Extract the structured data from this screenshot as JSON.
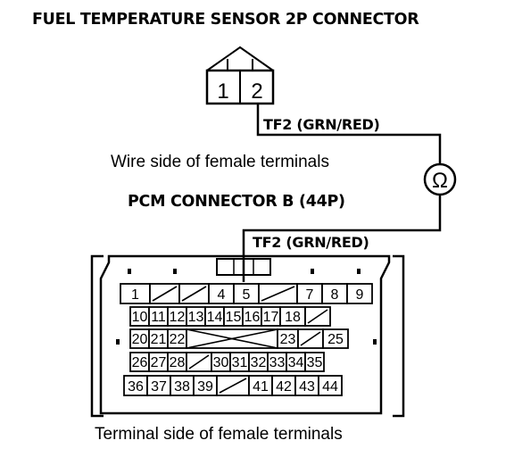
{
  "titles": {
    "fuel_sensor": "FUEL TEMPERATURE SENSOR 2P CONNECTOR",
    "pcm_connector": "PCM CONNECTOR B (44P)"
  },
  "captions": {
    "wire_side": "Wire side of female terminals",
    "terminal_side": "Terminal side of female terminals"
  },
  "wire_labels": {
    "upper": "TF2 (GRN/RED)",
    "lower": "TF2 (GRN/RED)"
  },
  "ohmmeter_symbol": "Ω",
  "sensor_connector": {
    "pins": [
      "1",
      "2"
    ]
  },
  "pcm_grid": {
    "rows": [
      [
        "1",
        "",
        "",
        "4",
        "5",
        "",
        "7",
        "8",
        "9"
      ],
      [
        "10",
        "11",
        "12",
        "13",
        "14",
        "15",
        "16",
        "17",
        "18",
        ""
      ],
      [
        "20",
        "21",
        "22",
        "",
        "",
        "",
        "",
        "23",
        "",
        "25"
      ],
      [
        "26",
        "27",
        "28",
        "",
        "30",
        "31",
        "32",
        "33",
        "34",
        "35"
      ],
      [
        "36",
        "37",
        "38",
        "39",
        "",
        "41",
        "42",
        "43",
        "44"
      ]
    ]
  }
}
